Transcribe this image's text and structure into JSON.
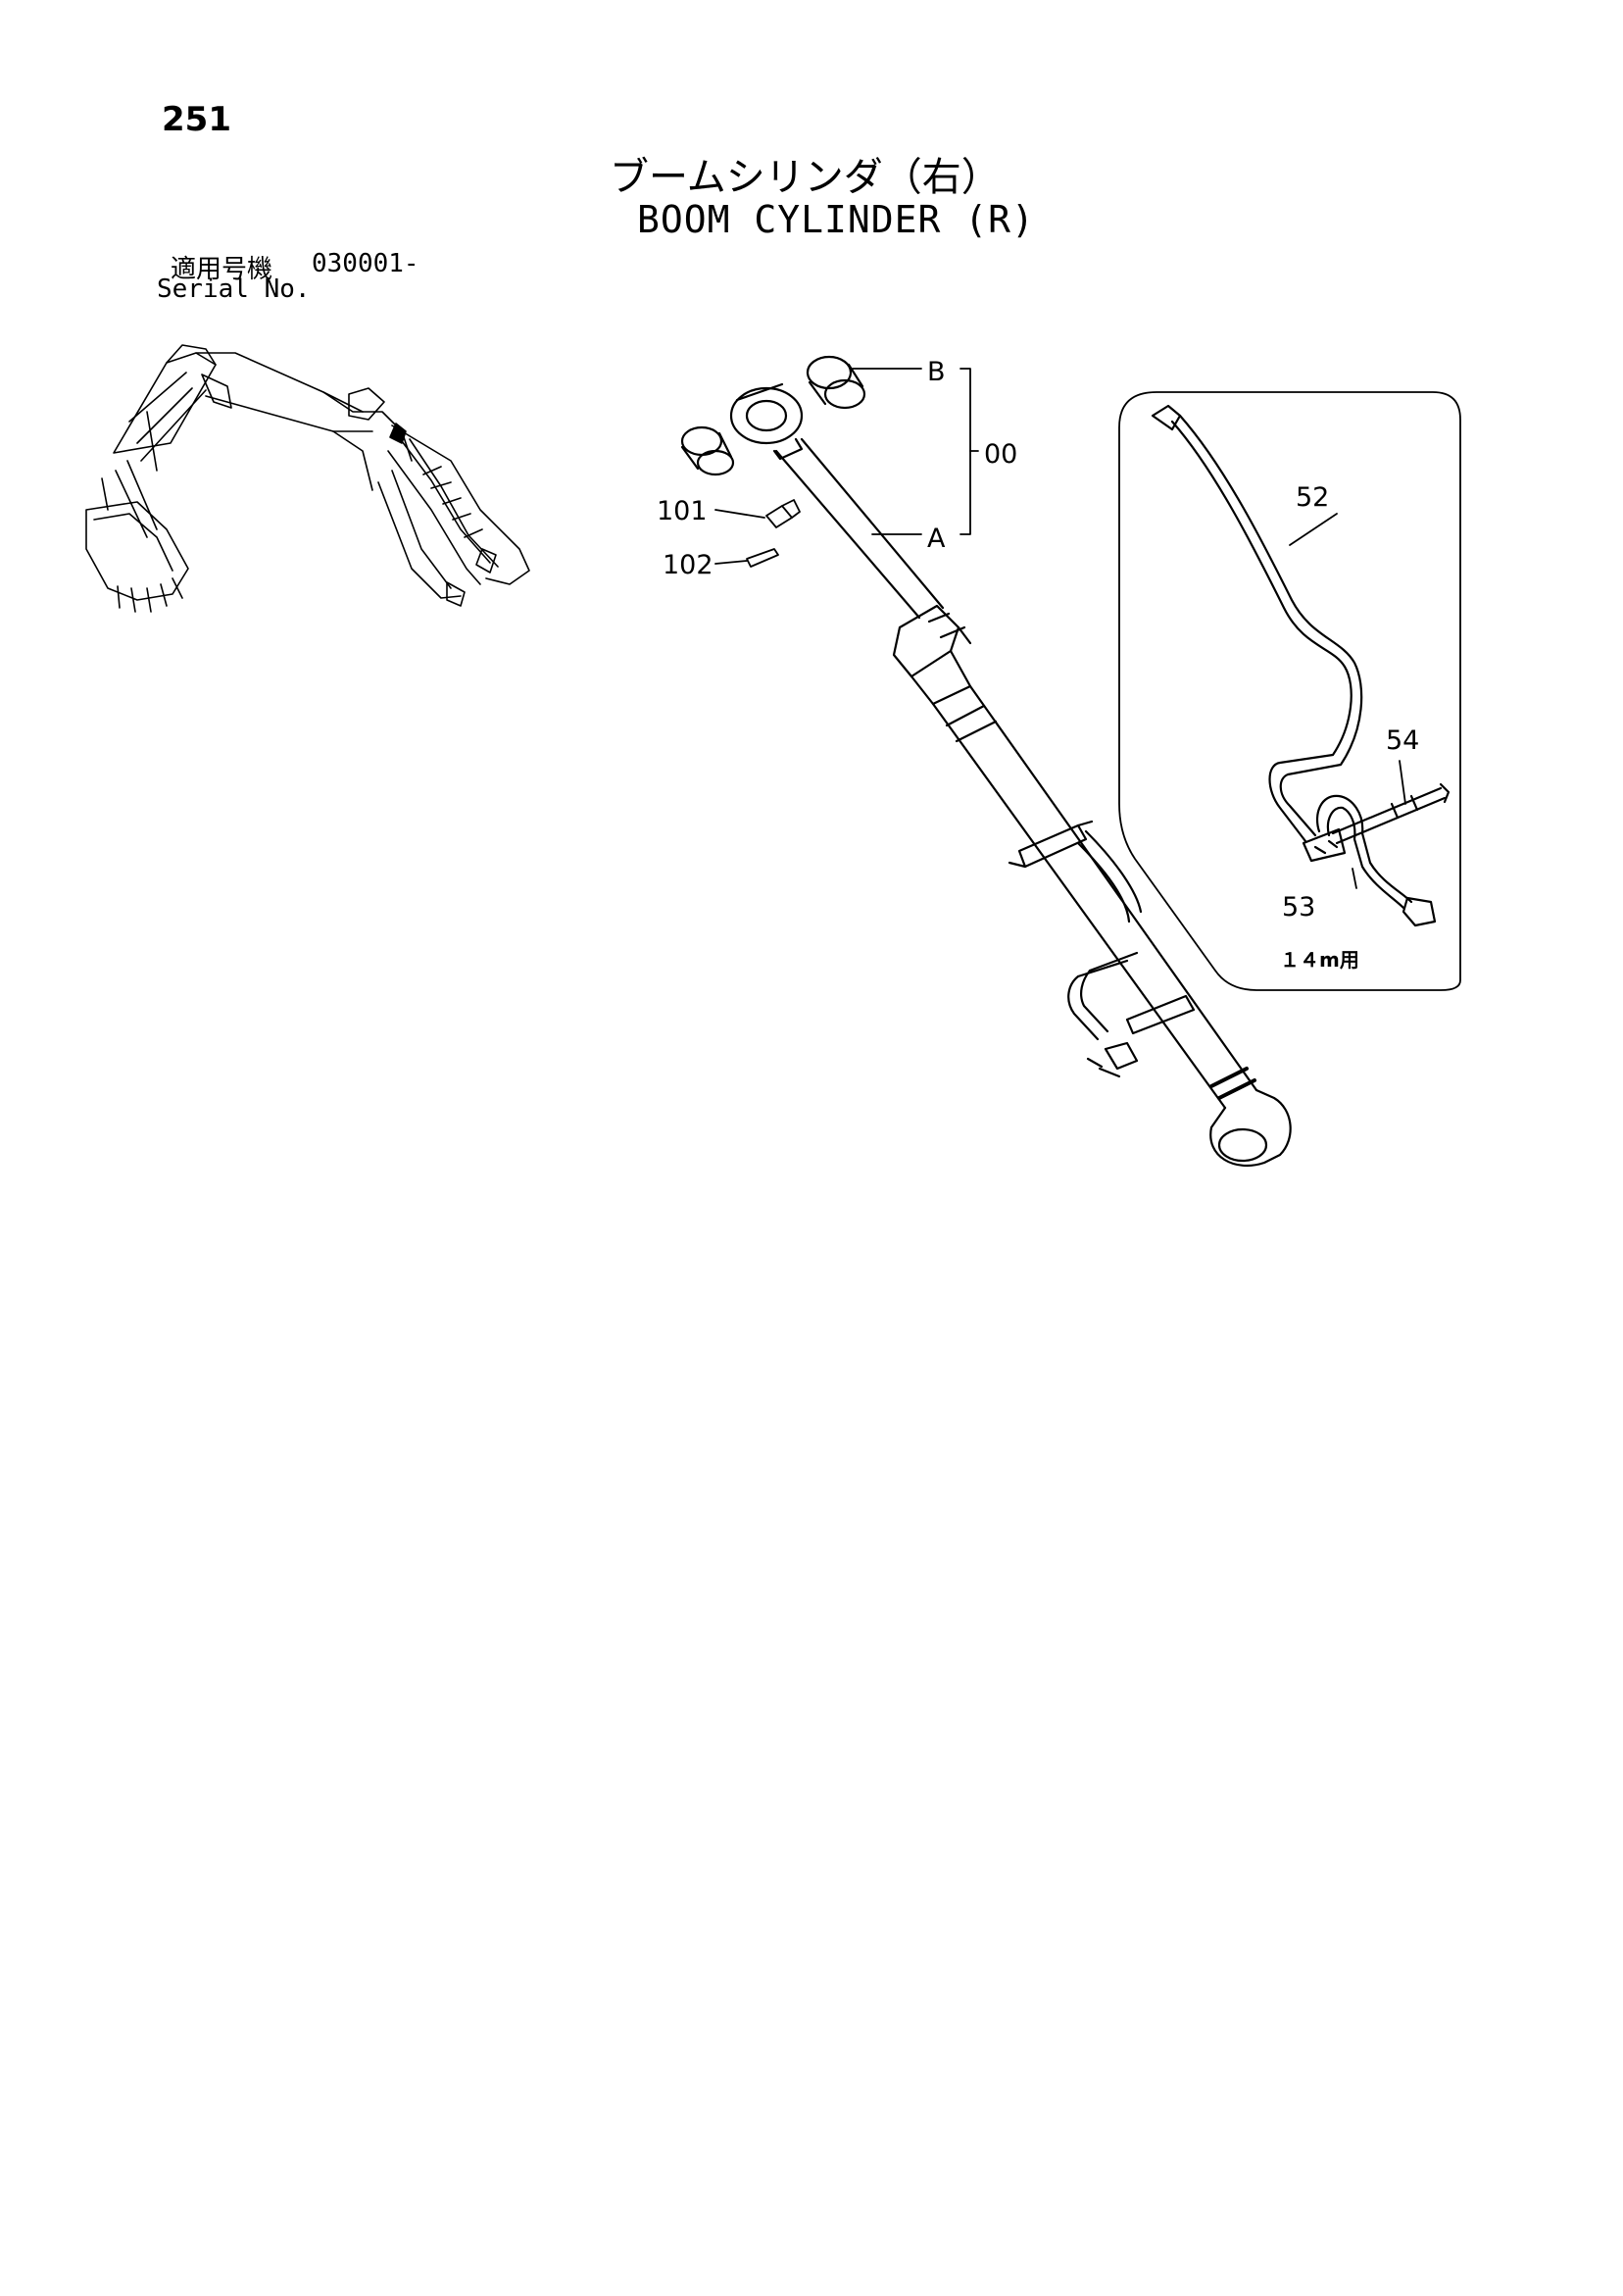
{
  "header": {
    "page_number": "251",
    "title_jp": "ブームシリンダ（右）",
    "title_en": "BOOM CYLINDER (R)",
    "serial_label_jp": "適用号機",
    "serial_label_en": "Serial No.",
    "serial_value": "030001-"
  },
  "callouts": {
    "b": "B",
    "a": "A",
    "assembly": "00",
    "p101": "101",
    "p102": "102",
    "p52": "52",
    "p53": "53",
    "p54": "54"
  },
  "inset": {
    "note": "１４m用"
  }
}
